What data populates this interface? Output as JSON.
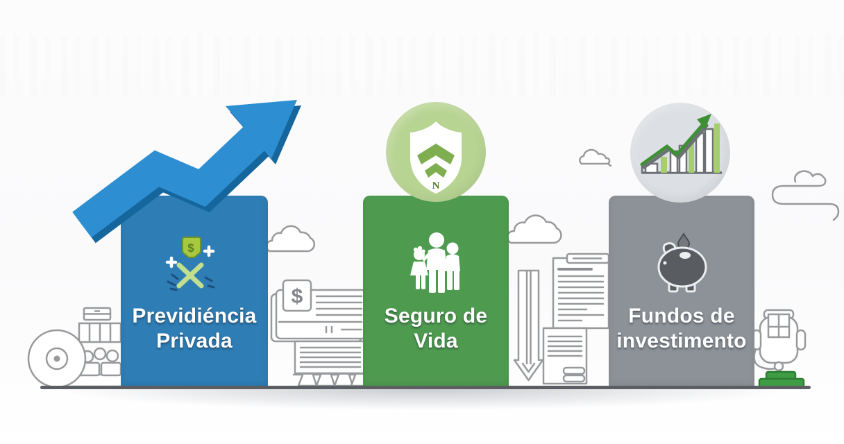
{
  "cards": [
    {
      "line1": "Previdiéncia",
      "line2": "Privada",
      "color": "#2e7db5",
      "icon": "money-badge-cross-icon",
      "badge_text": "$"
    },
    {
      "line1": "Seguro de",
      "line2": "Vida",
      "color": "#4e9b4f",
      "icon": "family-icon"
    },
    {
      "line1": "Fundos de",
      "line2": "investimento",
      "color": "#8d9298",
      "icon": "piggy-bank-icon"
    }
  ],
  "medallions": [
    {
      "name": "shield-medallion",
      "circle_color": "#b8d492",
      "icon": "shield-check-icon",
      "monogram": "N"
    },
    {
      "name": "chart-medallion",
      "circle_color": "#dcdfe3",
      "icon": "growth-bars-icon"
    }
  ],
  "decor": {
    "growth_arrow_color": "#2e8ed2",
    "growth_arrow_edge_color": "#15669c",
    "line_art_color": "#97999c",
    "ground_color": "#5b5f64",
    "accent_green": "#3f9b44",
    "chart_bar_green": "#a6cf6c",
    "document_dollar": "$"
  }
}
